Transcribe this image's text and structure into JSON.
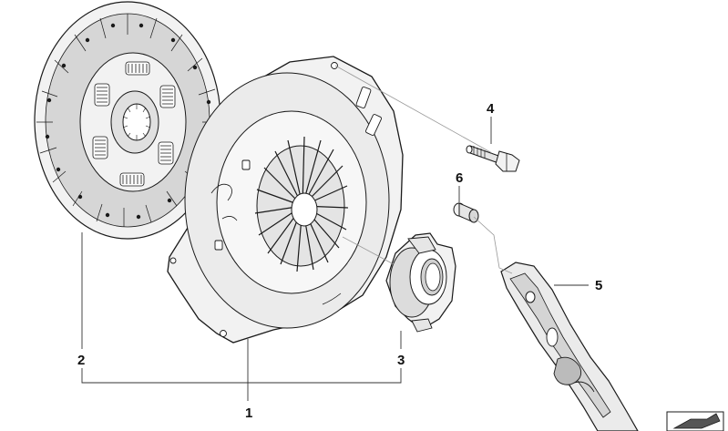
{
  "callouts": {
    "clutch_pressure_plate": "1",
    "clutch_disc": "2",
    "release_bearing": "3",
    "bolt": "4",
    "release_lever": "5",
    "pivot_pin": "6"
  },
  "colors": {
    "line": "#1a1a1a",
    "part_fill": "#f2f2f2",
    "shade": "#c8c8c8",
    "dark": "#555555",
    "leader": "#999999",
    "background": "#ffffff"
  },
  "icons": {
    "corner_badge": "parts-catalog-arrow-icon"
  }
}
